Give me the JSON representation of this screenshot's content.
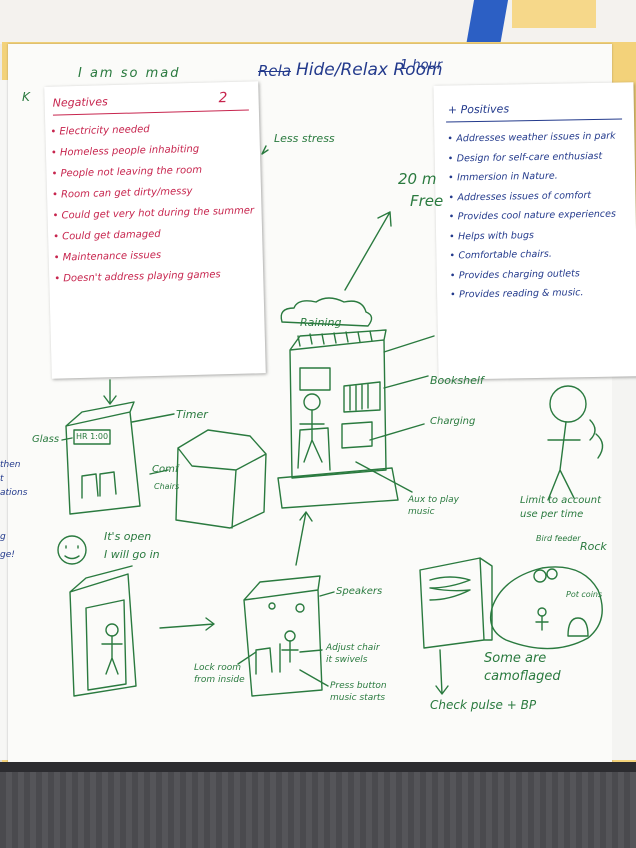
{
  "title": {
    "strikethrough": "Rela",
    "main": "Hide/Relax Room",
    "extra": "1 hour"
  },
  "quote_top": "I am so mad",
  "negatives": {
    "heading": "Negatives",
    "number": "2",
    "items": [
      "Electricity needed",
      "Homeless people inhabiting",
      "People not leaving the room",
      "Room can get dirty/messy",
      "Could get very hot during the summer",
      "Could get damaged",
      "Maintenance issues",
      "Doesn't address playing games"
    ]
  },
  "positives": {
    "heading": "Positives",
    "items": [
      "Addresses weather issues in park",
      "Design for self-care enthusiast",
      "Immersion in Nature.",
      "Addresses issues of comfort",
      "Provides cool nature experiences",
      "Helps with bugs",
      "Comfortable chairs.",
      "Provides charging outlets",
      "Provides reading & music."
    ]
  },
  "sketch_labels": {
    "less_stress": "Less stress",
    "twenty_min": "20 m",
    "free": "Free",
    "raining": "Raining",
    "bookshelf": "Bookshelf",
    "timer": "Timer",
    "glass": "Glass",
    "hr_display": "HR 1:00",
    "comf": "Comf",
    "chairs": "Chairs",
    "charging": "Charging",
    "aux": "Aux to play music",
    "limit": "Limit to account use per time",
    "bird_feeder": "Bird feeder",
    "rock": "Rock",
    "pot_coins": "Pot coins",
    "its_open": "It's open",
    "will_go_in": "I will go in",
    "speakers": "Speakers",
    "adjust_chair": "Adjust chair it swivels",
    "lock_room": "Lock room from inside",
    "press_button": "Press button music starts",
    "camouflaged": "Some are camoflaged",
    "check": "Check pulse + BP",
    "cut_left": [
      "then",
      "t",
      "ations",
      "g",
      "ge!"
    ]
  },
  "colors": {
    "marker_green": "#2a7a3f",
    "marker_blue": "#233a8c",
    "marker_red": "#c7254e",
    "board_yellow": "#f3d27a"
  }
}
